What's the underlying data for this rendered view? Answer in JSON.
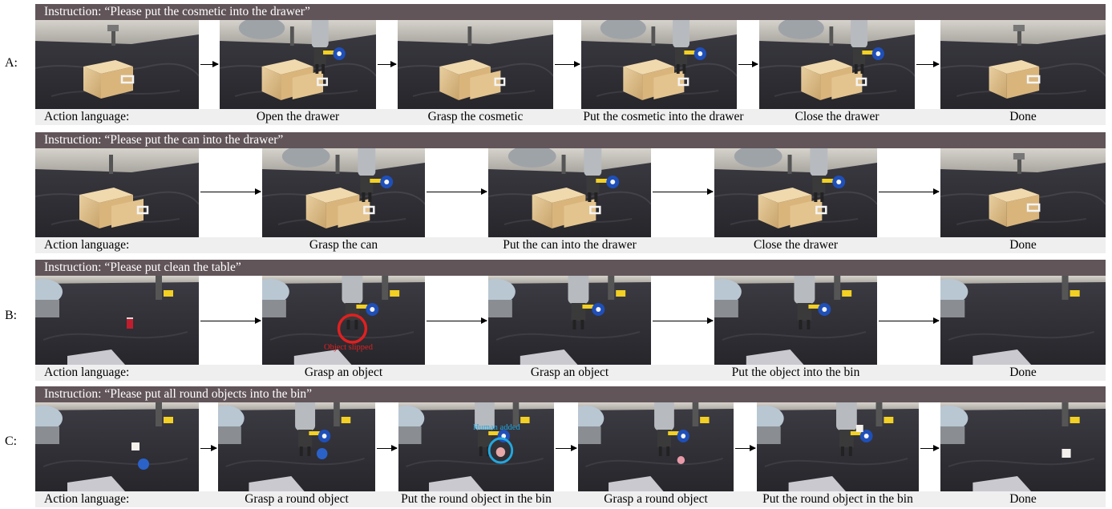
{
  "rows": {
    "A": {
      "label": "A:",
      "sequences": [
        {
          "instruction": "Instruction: “Please put the cosmetic into the drawer”",
          "captions": [
            "Action language:",
            "Open the drawer",
            "Grasp the cosmetic",
            "Put the cosmetic into the drawer",
            "Close the drawer",
            "Done"
          ]
        },
        {
          "instruction": "Instruction: “Please put the can into the drawer”",
          "captions": [
            "Action language:",
            "Grasp the can",
            "Put the can into the drawer",
            "Close the drawer",
            "Done"
          ]
        }
      ]
    },
    "B": {
      "label": "B:",
      "instruction": "Instruction: “Please put clean the table”",
      "captions": [
        "Action language:",
        "Grasp an object",
        "Grasp an object",
        "Put the object into the bin",
        "Done"
      ],
      "annotation": "Object slipped",
      "annotation_color": "#e02020"
    },
    "C": {
      "label": "C:",
      "instruction": "Instruction: “Please put all round objects into the bin”",
      "captions": [
        "Action language:",
        "Grasp a round object",
        "Put the round object in the bin",
        "Grasp a round object",
        "Put the round object in the bin",
        "Done"
      ],
      "annotation": "Human added",
      "annotation_color": "#22a8e0"
    }
  },
  "colors": {
    "band": "#615559",
    "caption_band": "#efefef",
    "cloth_dark": "#2f2f35",
    "cloth_mid": "#4b4a52",
    "wall": "#cfcbc6"
  }
}
